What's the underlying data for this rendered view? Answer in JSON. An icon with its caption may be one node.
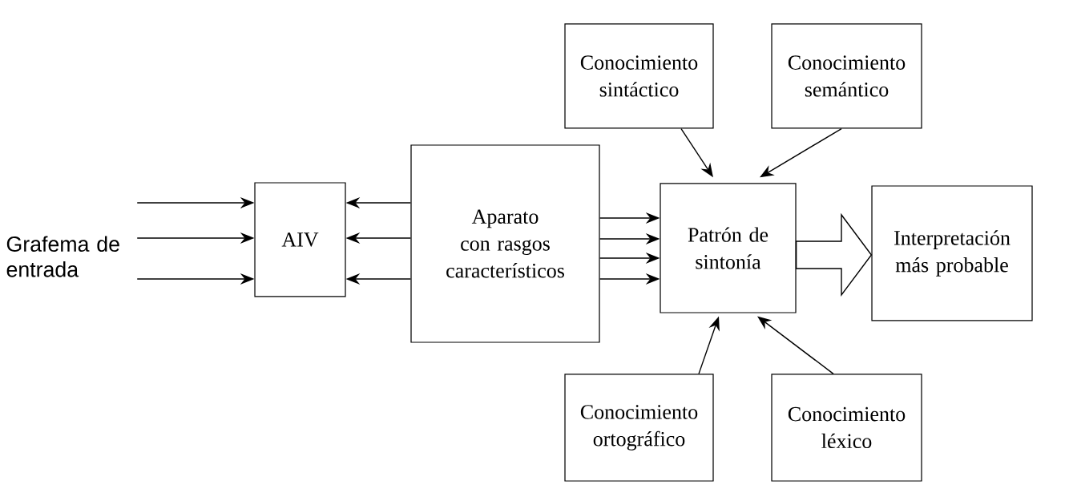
{
  "diagram": {
    "nodes": [
      {
        "text": [
          "Grafema de entrada"
        ]
      },
      {
        "text": [
          "AIV"
        ]
      },
      {
        "text": [
          "Aparato con rasgos característicos"
        ]
      },
      {
        "text": [
          "Patrón de sintonía"
        ]
      },
      {
        "text": [
          "Interpretación más probable"
        ]
      },
      {
        "text": [
          "Conocimiento sintáctico"
        ]
      },
      {
        "text": [
          "Conocimiento semántico"
        ]
      },
      {
        "text": [
          "Conocimiento ortográfico"
        ]
      },
      {
        "text": [
          "Conocimiento léxico"
        ]
      }
    ],
    "edges": [
      {
        "from": 0,
        "to": 1,
        "arrow": "to"
      },
      {
        "from": 0,
        "to": 1,
        "arrow": "to"
      },
      {
        "from": 0,
        "to": 1,
        "arrow": "to"
      },
      {
        "from": 2,
        "to": 1,
        "arrow": "to"
      },
      {
        "from": 2,
        "to": 1,
        "arrow": "to"
      },
      {
        "from": 2,
        "to": 1,
        "arrow": "to"
      },
      {
        "from": 2,
        "to": 3,
        "arrow": "to"
      },
      {
        "from": 2,
        "to": 3,
        "arrow": "to"
      },
      {
        "from": 2,
        "to": 3,
        "arrow": "to"
      },
      {
        "from": 2,
        "to": 3,
        "arrow": "to"
      },
      {
        "from": 3,
        "to": 4,
        "arrow": "to",
        "style": "thick"
      },
      {
        "from": 5,
        "to": 3,
        "arrow": "to"
      },
      {
        "from": 6,
        "to": 3,
        "arrow": "to"
      },
      {
        "from": 7,
        "to": 3,
        "arrow": "to"
      },
      {
        "from": 8,
        "to": 3,
        "arrow": "to"
      }
    ]
  }
}
